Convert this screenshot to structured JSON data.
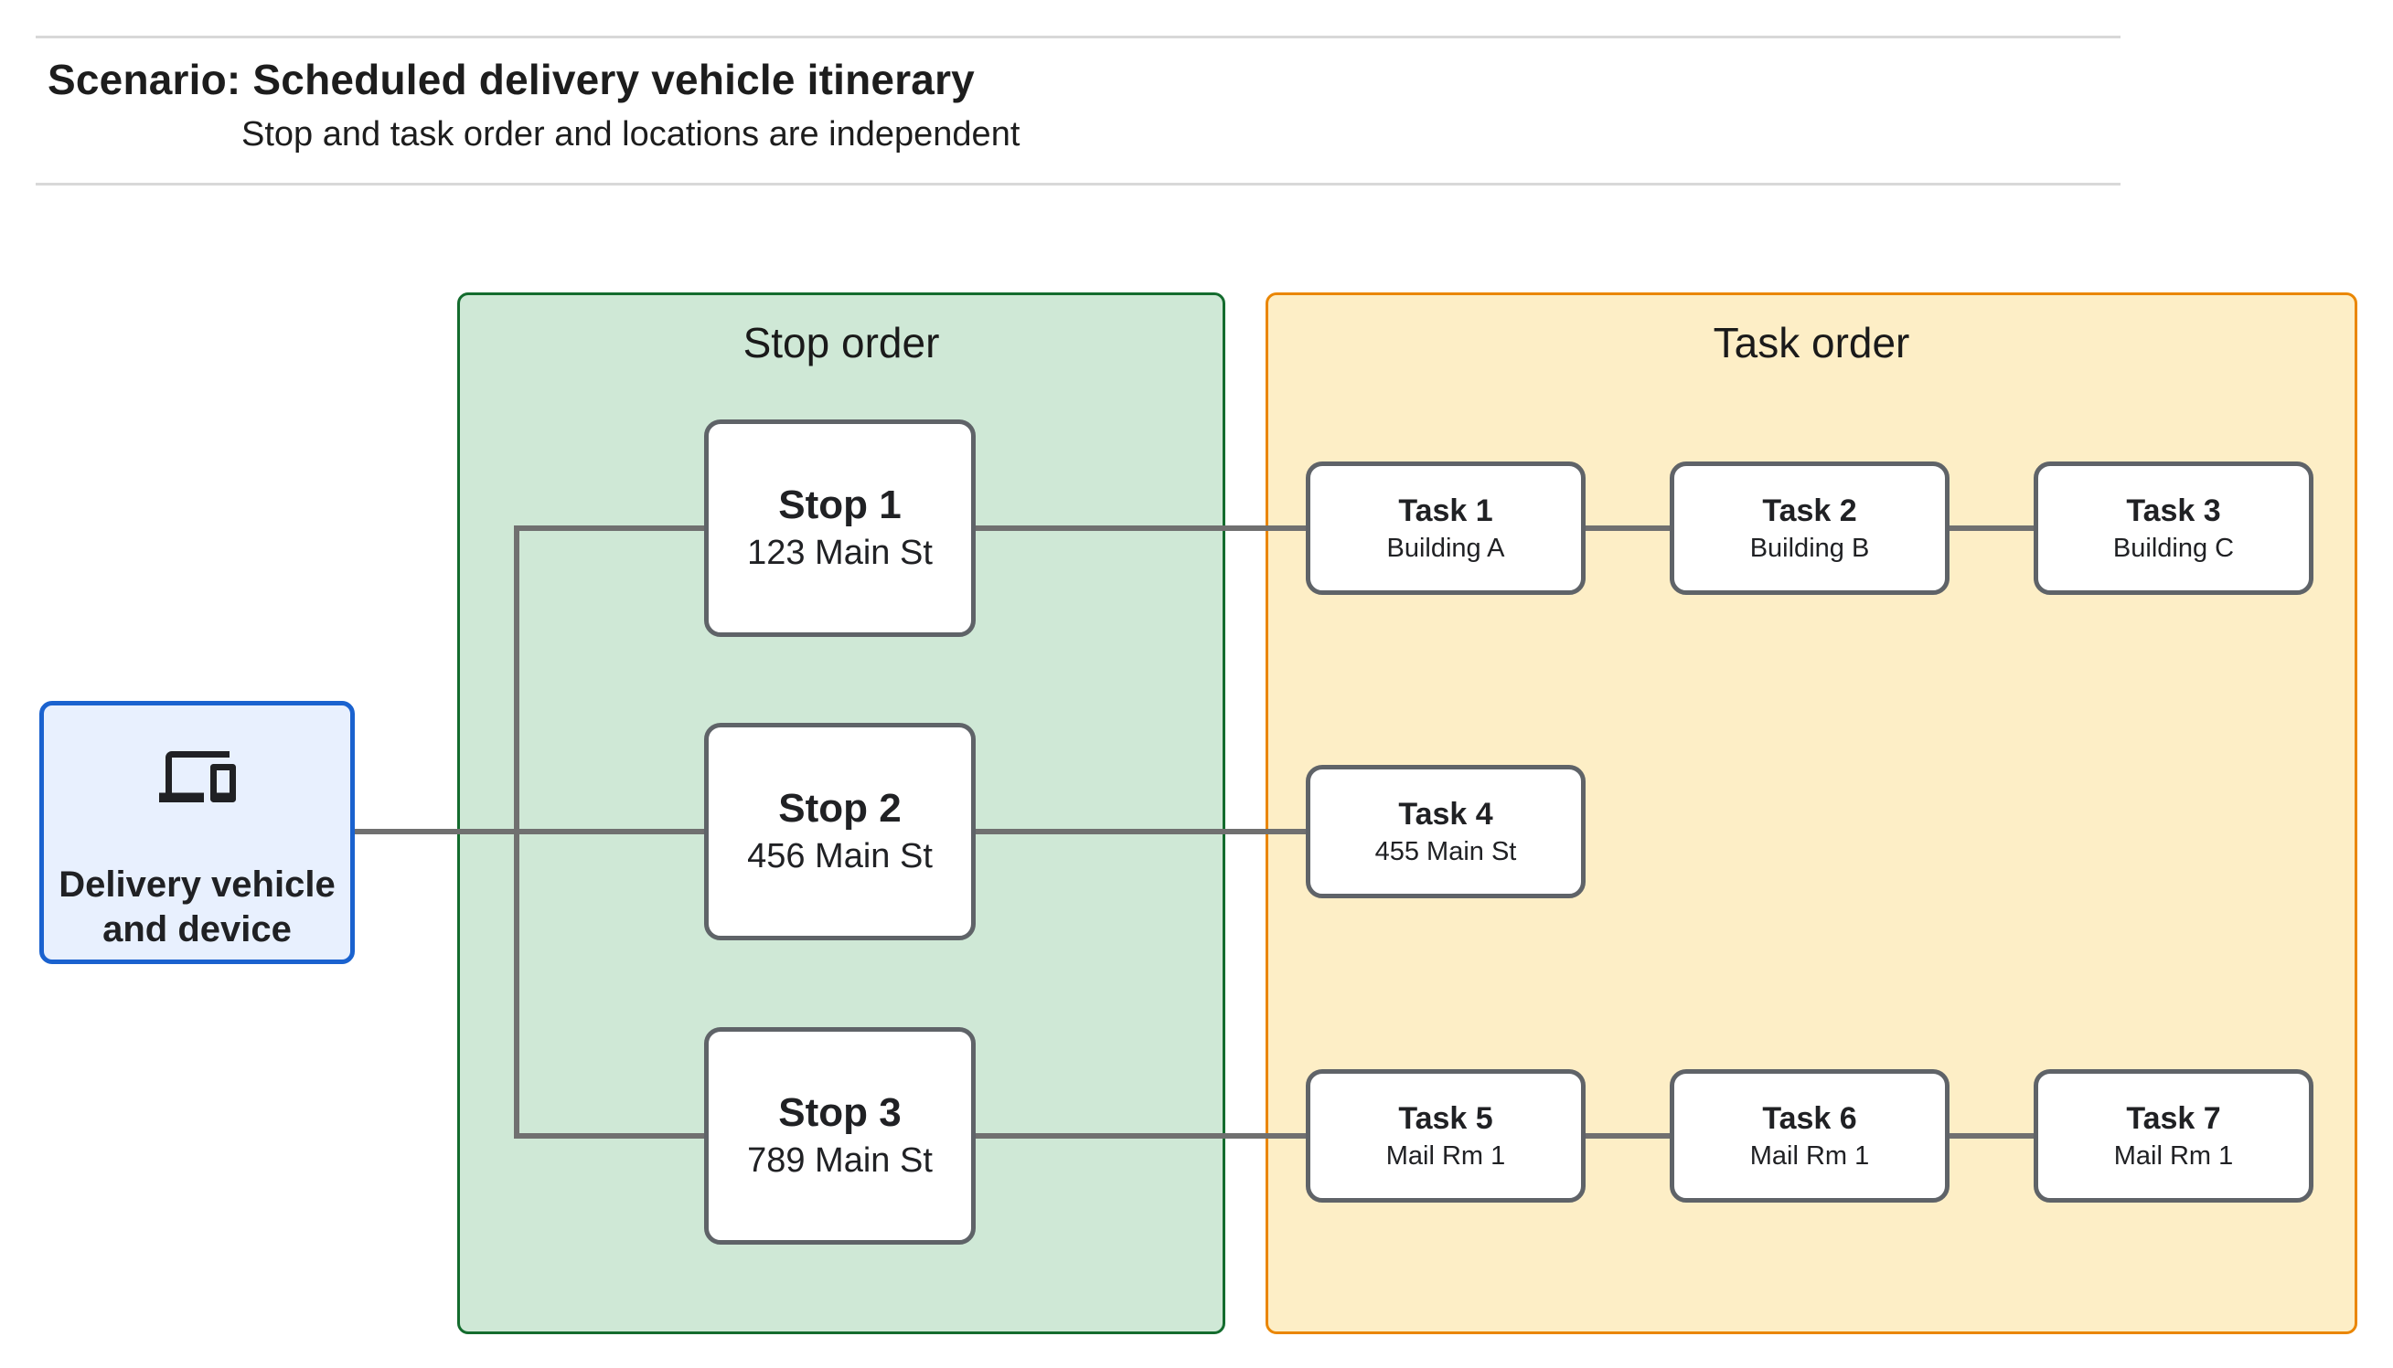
{
  "header": {
    "title": "Scenario: Scheduled delivery vehicle itinerary",
    "subtitle": "Stop and task order and locations are independent"
  },
  "vehicle": {
    "line1": "Delivery vehicle",
    "line2": "and device",
    "icon": "devices-icon"
  },
  "stop_panel": {
    "label": "Stop order",
    "fill": "#cfe8d6",
    "border": "#146c2e"
  },
  "task_panel": {
    "label": "Task order",
    "fill": "#fdeec6",
    "border": "#ea8600"
  },
  "stops": [
    {
      "title": "Stop 1",
      "location": "123 Main St"
    },
    {
      "title": "Stop 2",
      "location": "456 Main St"
    },
    {
      "title": "Stop 3",
      "location": "789 Main St"
    }
  ],
  "tasks": [
    {
      "title": "Task 1",
      "location": "Building A"
    },
    {
      "title": "Task 2",
      "location": "Building B"
    },
    {
      "title": "Task 3",
      "location": "Building C"
    },
    {
      "title": "Task 4",
      "location": "455 Main St"
    },
    {
      "title": "Task 5",
      "location": "Mail Rm 1"
    },
    {
      "title": "Task 6",
      "location": "Mail Rm 1"
    },
    {
      "title": "Task 7",
      "location": "Mail Rm 1"
    }
  ],
  "colors": {
    "vehicle_fill": "#e8f0fe",
    "vehicle_border": "#1a62cf",
    "node_border": "#5f6368",
    "connector": "#707070",
    "rule": "#d8d8d8",
    "text": "#202124"
  }
}
